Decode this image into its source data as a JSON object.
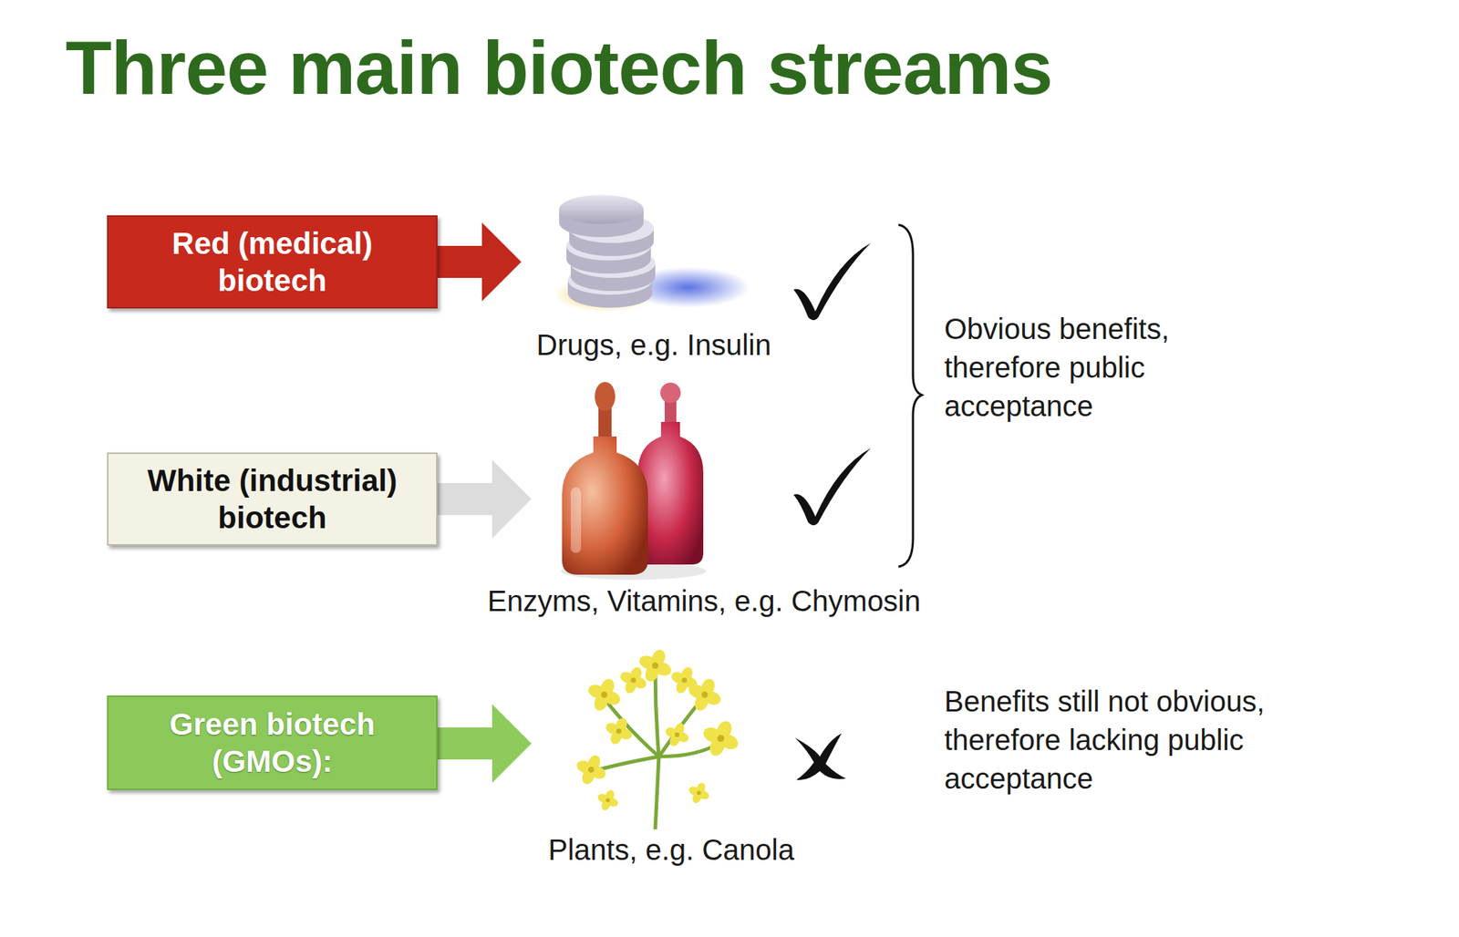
{
  "diagram": {
    "title": "Three main biotech streams",
    "nodes": [
      {
        "text": [
          "Red (medical) biotech"
        ]
      },
      {
        "text": [
          "White (industrial) biotech"
        ]
      },
      {
        "text": [
          "Green biotech (GMOs):"
        ]
      }
    ],
    "labels": [
      "Drugs, e.g. Insulin",
      "Enzyms, Vitamins, e.g. Chymosin",
      "Plants, e.g. Canola",
      "Obvious benefits, therefore public acceptance",
      "Benefits still not obvious, therefore lacking public acceptance"
    ]
  }
}
